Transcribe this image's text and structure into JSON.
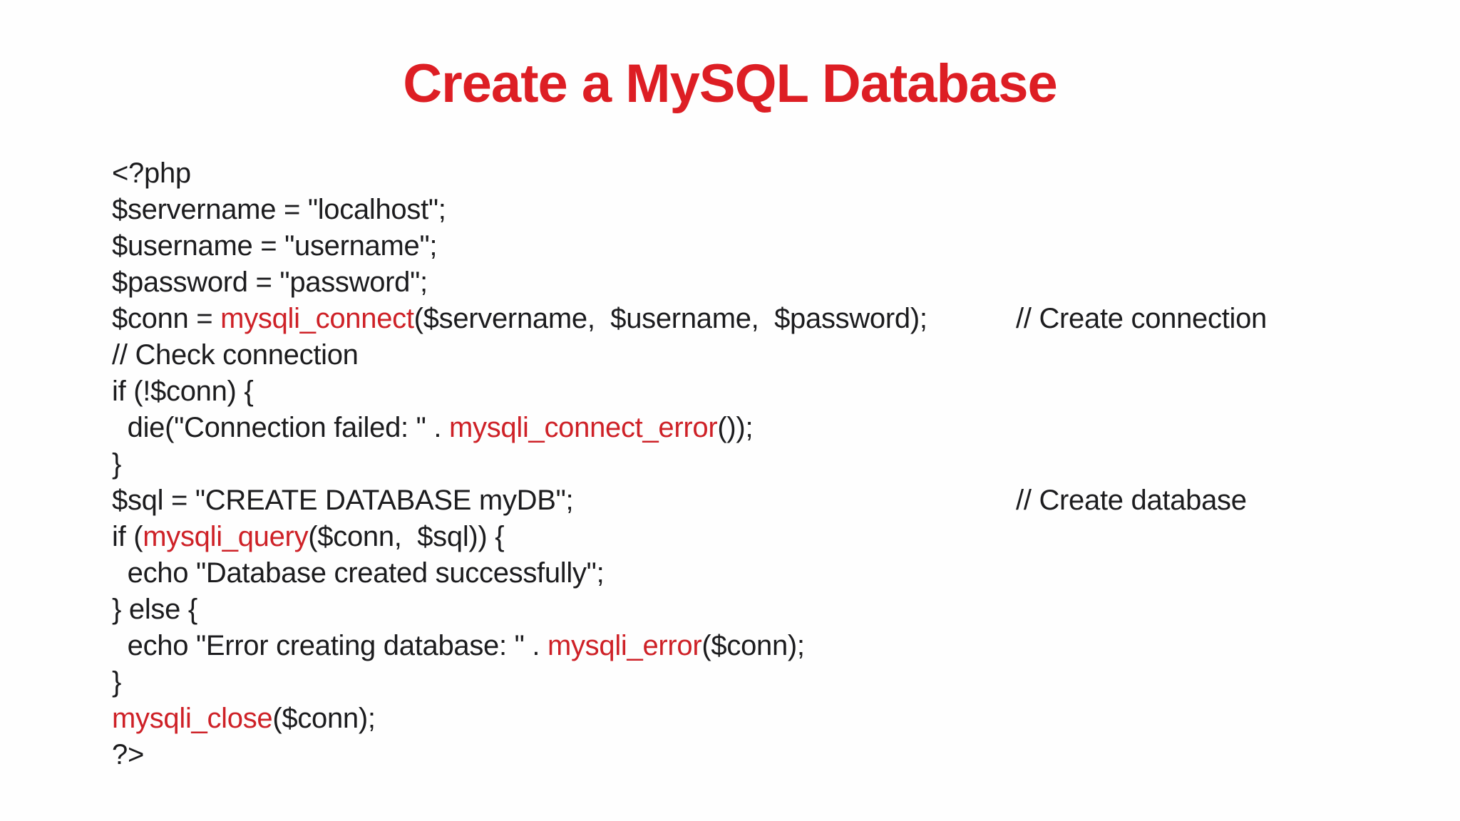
{
  "title": {
    "text": "Create a MySQL Database"
  },
  "colors": {
    "title_red": "#dd1e24",
    "code_red": "#ce2127",
    "code_black": "#1c1c1e",
    "background": "#fefefe"
  },
  "code": {
    "language": "php",
    "lines": [
      {
        "segments": [
          {
            "text": "<?php",
            "color": "black"
          }
        ]
      },
      {
        "segments": [
          {
            "text": "$servername = \"localhost\";",
            "color": "black"
          }
        ]
      },
      {
        "segments": [
          {
            "text": "$username = \"username\";",
            "color": "black"
          }
        ]
      },
      {
        "segments": [
          {
            "text": "$password = \"password\";",
            "color": "black"
          }
        ]
      },
      {
        "segments": [
          {
            "text": "$conn = ",
            "color": "black"
          },
          {
            "text": "mysqli_connect",
            "color": "red"
          },
          {
            "text": "($servername,  $username,  $password);",
            "color": "black"
          }
        ],
        "comment": "// Create connection"
      },
      {
        "segments": [
          {
            "text": "// Check connection",
            "color": "black"
          }
        ]
      },
      {
        "segments": [
          {
            "text": "if (!$conn) {",
            "color": "black"
          }
        ]
      },
      {
        "segments": [
          {
            "text": "  die(\"Connection failed: \" . ",
            "color": "black"
          },
          {
            "text": "mysqli_connect_error",
            "color": "red"
          },
          {
            "text": "());",
            "color": "black"
          }
        ]
      },
      {
        "segments": [
          {
            "text": "}",
            "color": "black"
          }
        ]
      },
      {
        "segments": [
          {
            "text": "$sql = \"CREATE DATABASE myDB\";",
            "color": "black"
          }
        ],
        "comment": "// Create database"
      },
      {
        "segments": [
          {
            "text": "if (",
            "color": "black"
          },
          {
            "text": "mysqli_query",
            "color": "red"
          },
          {
            "text": "($conn,  $sql)) {",
            "color": "black"
          }
        ]
      },
      {
        "segments": [
          {
            "text": "  echo \"Database created successfully\";",
            "color": "black"
          }
        ]
      },
      {
        "segments": [
          {
            "text": "} else {",
            "color": "black"
          }
        ]
      },
      {
        "segments": [
          {
            "text": "  echo \"Error creating database: \" . ",
            "color": "black"
          },
          {
            "text": "mysqli_error",
            "color": "red"
          },
          {
            "text": "($conn);",
            "color": "black"
          }
        ]
      },
      {
        "segments": [
          {
            "text": "}",
            "color": "black"
          }
        ]
      },
      {
        "segments": [
          {
            "text": "mysqli_close",
            "color": "red"
          },
          {
            "text": "($conn);",
            "color": "black"
          }
        ]
      },
      {
        "segments": [
          {
            "text": "?>",
            "color": "black"
          }
        ]
      }
    ]
  }
}
